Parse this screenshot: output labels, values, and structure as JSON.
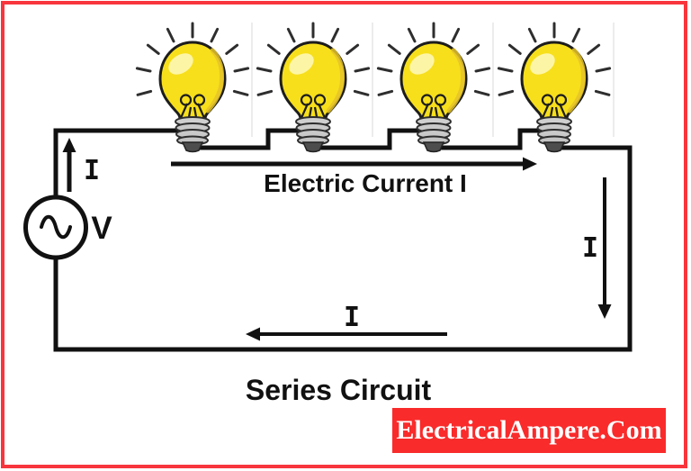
{
  "circuit": {
    "title": "Series Circuit",
    "labels": {
      "electric_current": "Electric Current I",
      "voltage": "V",
      "current_left": "I",
      "current_right": "I",
      "current_bottom": "I"
    },
    "components": {
      "source_type": "ac-voltage-source",
      "bulb_count": 4
    },
    "colors": {
      "frame_border": "#f8353c",
      "wire": "#111111",
      "bulb_glass": "#f7df1b",
      "bulb_highlight": "#fdf5a6",
      "bulb_base": "#c9c9c9",
      "watermark_background": "#f92b2b",
      "watermark_text": "#ffffff"
    }
  },
  "watermark": {
    "text": "ElectricalAmpere.Com"
  }
}
